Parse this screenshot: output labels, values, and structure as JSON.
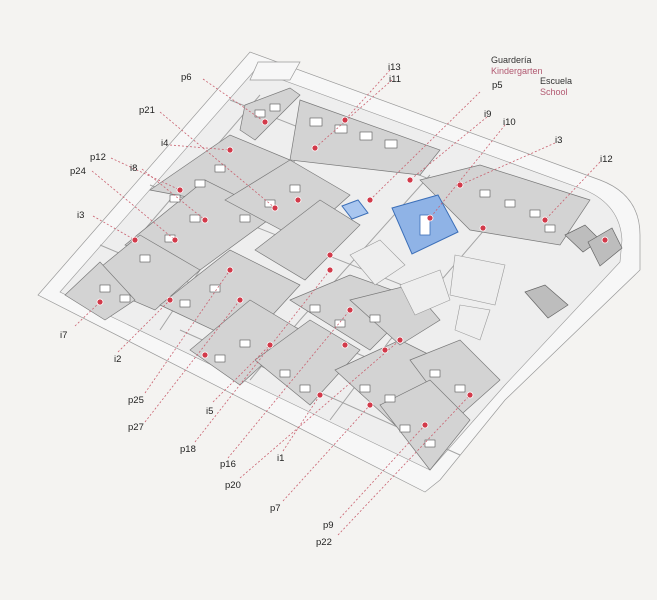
{
  "legend": {
    "kindergarten_es": "Guardería",
    "kindergarten_en": "Kindergarten",
    "school_es": "Escuela",
    "school_en": "School"
  },
  "labels": {
    "p6": "p6",
    "i13": "i13",
    "i11": "i11",
    "p5": "p5",
    "p21": "p21",
    "i9": "i9",
    "i10": "i10",
    "i3_right": "i3",
    "i4": "i4",
    "i12": "i12",
    "p12": "p12",
    "i8": "i8",
    "p24": "p24",
    "i3_left": "i3",
    "i7": "i7",
    "i2": "i2",
    "p25": "p25",
    "i5": "i5",
    "p27": "p27",
    "p18": "p18",
    "i1": "i1",
    "p16": "p16",
    "p20": "p20",
    "p7": "p7",
    "p9": "p9",
    "p22": "p22"
  },
  "colors": {
    "marker": "#d23a4a",
    "leader": "#c9616f",
    "school": "#8fb3e6",
    "legend_english": "#b25a72"
  }
}
